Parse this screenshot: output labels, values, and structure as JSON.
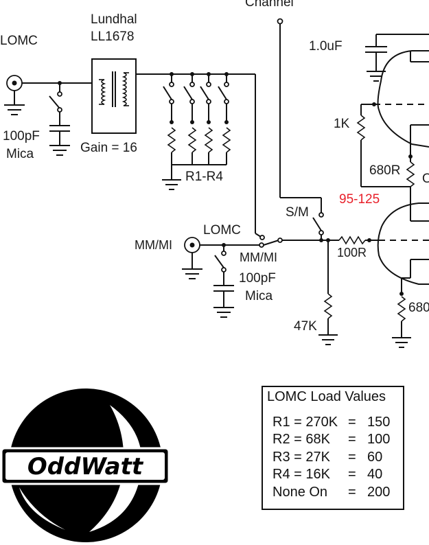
{
  "labels": {
    "channel": "Channel",
    "lomc_input": "LOMC",
    "transformer_brand": "Lundhal",
    "transformer_model": "LL1678",
    "cap_value": "1.0uF",
    "mica_top": "100pF",
    "mica_bottom": "Mica",
    "gain": "Gain = 16",
    "res_1k": "1K",
    "res_680r": "680R",
    "cut_o": "O",
    "red_value": "95-125",
    "r1_r4": "R1-R4",
    "sm_switch": "S/M",
    "lomc_switch": "LOMC",
    "mm_mi_input": "MM/MI",
    "mm_mi_switch": "MM/MI",
    "res_100r": "100R",
    "mica2_top": "100pF",
    "mica2_bottom": "Mica",
    "res_47k": "47K",
    "res_680_cut": "680"
  },
  "load_table": {
    "title": "LOMC Load Values",
    "rows": [
      {
        "name": "R1 = 270K",
        "eq": "=",
        "value": "150"
      },
      {
        "name": "R2 = 68K",
        "eq": "=",
        "value": "100"
      },
      {
        "name": "R3 = 27K",
        "eq": "=",
        "value": "60"
      },
      {
        "name": "R4 = 16K",
        "eq": "=",
        "value": "40"
      },
      {
        "name": "None On",
        "eq": "=",
        "value": "200"
      }
    ]
  },
  "logo": {
    "text": "OddWatt"
  },
  "colors": {
    "line": "#111111",
    "accent": "#e8202a",
    "background": "#ffffff"
  }
}
